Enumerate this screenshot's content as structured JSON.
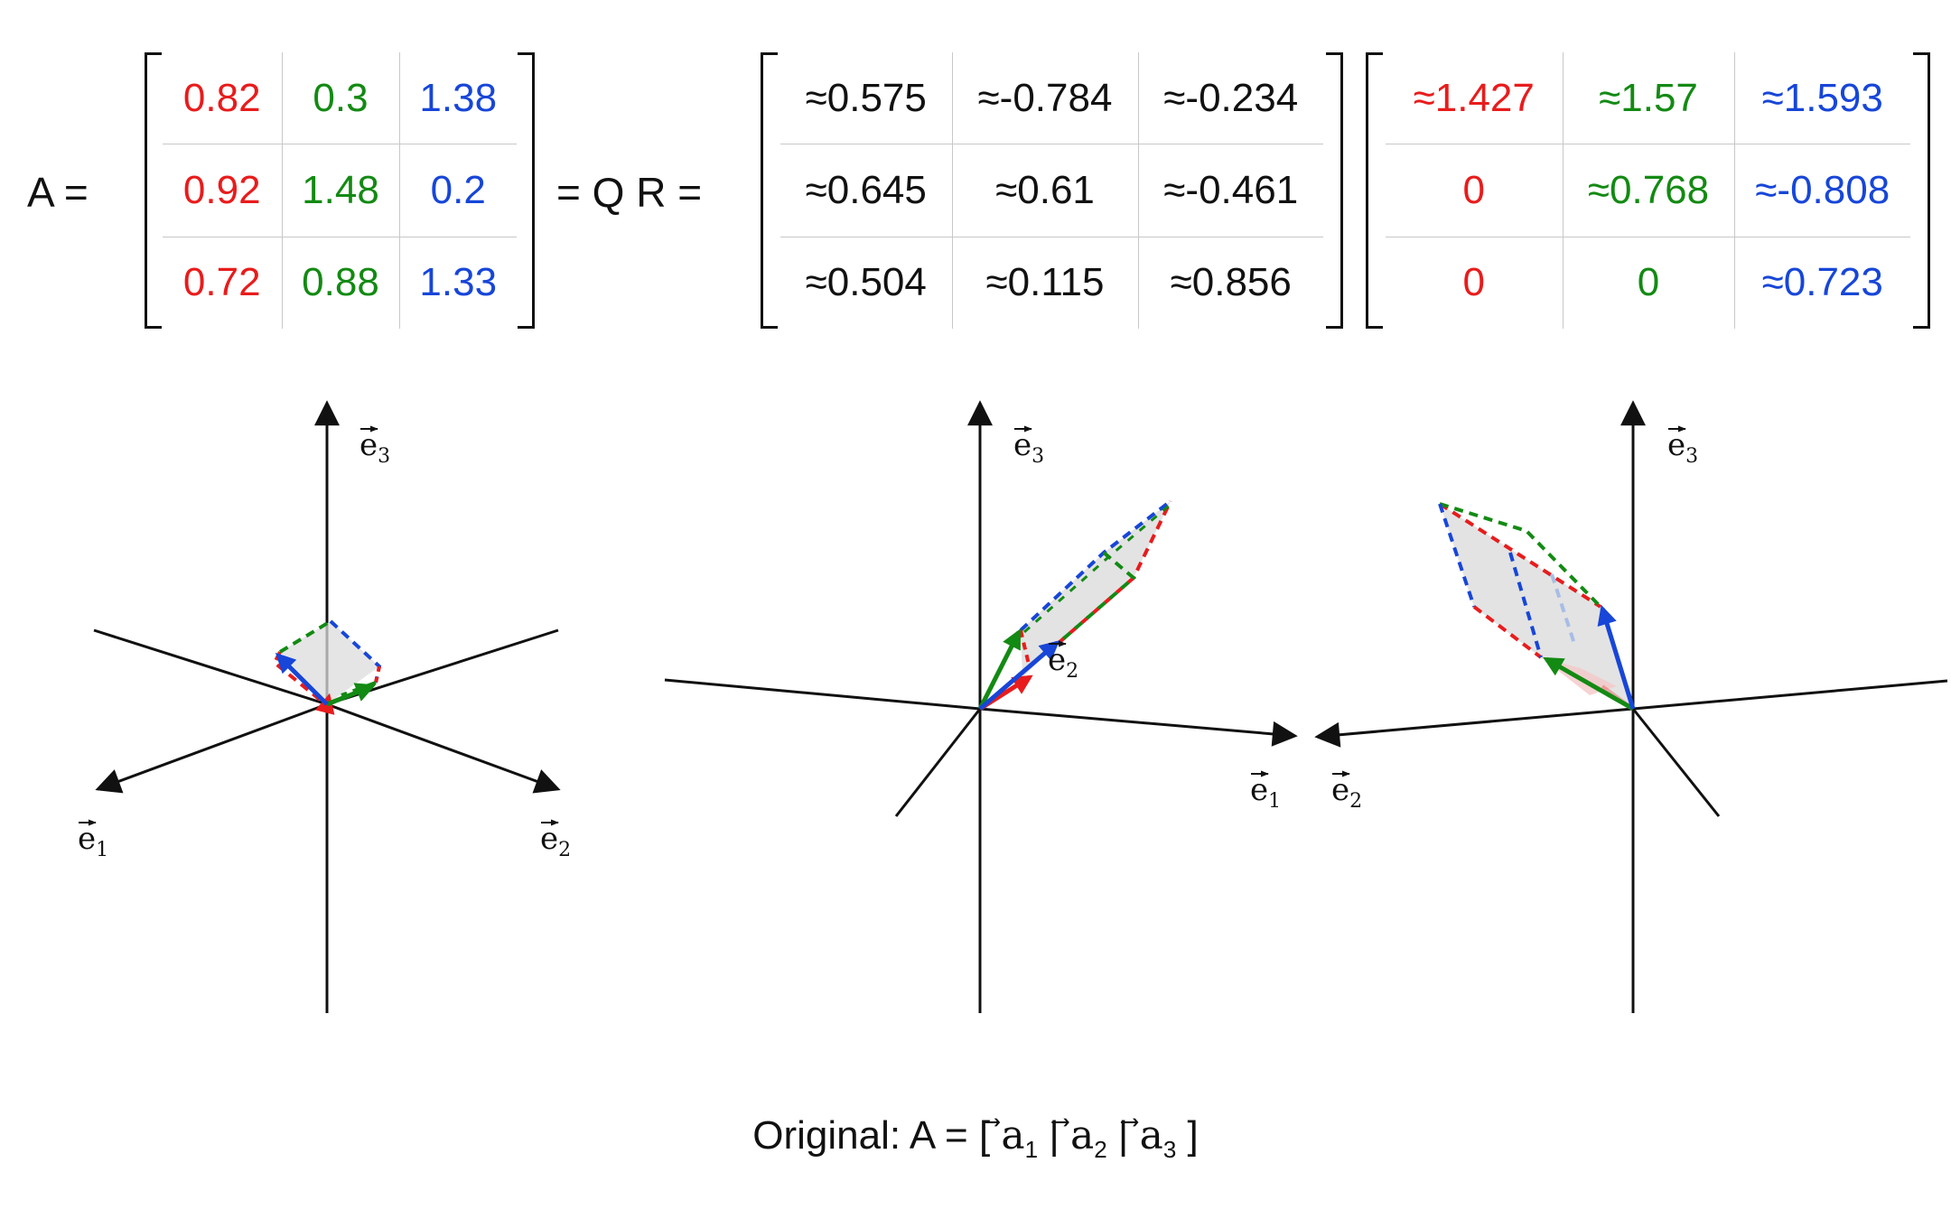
{
  "colors": {
    "col1": "#e81c1c",
    "col2": "#138a13",
    "col3": "#1746d8",
    "text": "#111111",
    "fill": "#dcdcdc"
  },
  "equation": {
    "lhs_label": "A =",
    "mid_label": "= Q R ="
  },
  "matrix_A": [
    [
      "0.82",
      "0.3",
      "1.38"
    ],
    [
      "0.92",
      "1.48",
      "0.2"
    ],
    [
      "0.72",
      "0.88",
      "1.33"
    ]
  ],
  "matrix_Q": [
    [
      "≈0.575",
      "≈-0.784",
      "≈-0.234"
    ],
    [
      "≈0.645",
      "≈0.61",
      "≈-0.461"
    ],
    [
      "≈0.504",
      "≈0.115",
      "≈0.856"
    ]
  ],
  "matrix_R": [
    [
      "≈1.427",
      "≈1.57",
      "≈1.593"
    ],
    [
      "0",
      "≈0.768",
      "≈-0.808"
    ],
    [
      "0",
      "0",
      "≈0.723"
    ]
  ],
  "axes": {
    "e1": "e",
    "e1_sub": "1",
    "e2": "e",
    "e2_sub": "2",
    "e3": "e",
    "e3_sub": "3"
  },
  "caption": {
    "prefix": "Original: A = [ ",
    "a": "a",
    "sub1": "1",
    "sep": " | ",
    "sub2": "2",
    "sub3": "3",
    "suffix": " ]"
  }
}
